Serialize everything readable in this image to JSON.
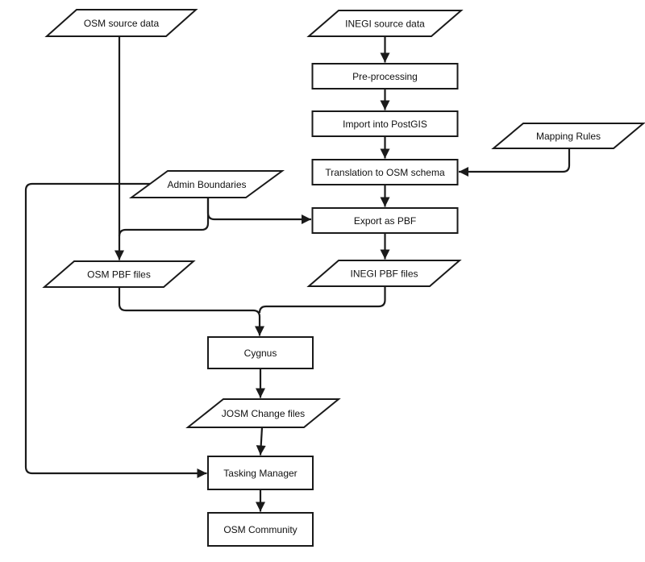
{
  "diagram": {
    "background_color": "#ffffff",
    "line_color": "#1a1a1a",
    "node_fill_color": "#ffffff",
    "nodes": [
      {
        "id": "osm-source-data",
        "shape": "parallelogram",
        "label": "OSM source data"
      },
      {
        "id": "inegi-source-data",
        "shape": "parallelogram",
        "label": "INEGI source data"
      },
      {
        "id": "pre-processing",
        "shape": "rectangle",
        "label": "Pre-processing"
      },
      {
        "id": "import-into-postgis",
        "shape": "rectangle",
        "label": "Import into PostGIS"
      },
      {
        "id": "mapping-rules",
        "shape": "parallelogram",
        "label": "Mapping Rules"
      },
      {
        "id": "translation-to-osm-schema",
        "shape": "rectangle",
        "label": "Translation to OSM schema"
      },
      {
        "id": "admin-boundaries",
        "shape": "parallelogram",
        "label": "Admin Boundaries"
      },
      {
        "id": "export-as-pbf",
        "shape": "rectangle",
        "label": "Export as PBF"
      },
      {
        "id": "osm-pbf-files",
        "shape": "parallelogram",
        "label": "OSM PBF files"
      },
      {
        "id": "inegi-pbf-files",
        "shape": "parallelogram",
        "label": "INEGI PBF files"
      },
      {
        "id": "cygnus",
        "shape": "rectangle",
        "label": "Cygnus"
      },
      {
        "id": "josm-change-files",
        "shape": "parallelogram",
        "label": "JOSM Change files"
      },
      {
        "id": "tasking-manager",
        "shape": "rectangle",
        "label": "Tasking Manager"
      },
      {
        "id": "osm-community",
        "shape": "rectangle",
        "label": "OSM Community"
      }
    ],
    "edges": [
      {
        "from": "inegi-source-data",
        "to": "pre-processing"
      },
      {
        "from": "pre-processing",
        "to": "import-into-postgis"
      },
      {
        "from": "import-into-postgis",
        "to": "translation-to-osm-schema"
      },
      {
        "from": "mapping-rules",
        "to": "translation-to-osm-schema"
      },
      {
        "from": "translation-to-osm-schema",
        "to": "export-as-pbf"
      },
      {
        "from": "admin-boundaries",
        "to": "export-as-pbf"
      },
      {
        "from": "export-as-pbf",
        "to": "inegi-pbf-files"
      },
      {
        "from": "osm-source-data",
        "to": "osm-pbf-files"
      },
      {
        "from": "admin-boundaries",
        "to": "osm-pbf-files"
      },
      {
        "from": "osm-pbf-files",
        "to": "cygnus"
      },
      {
        "from": "inegi-pbf-files",
        "to": "cygnus"
      },
      {
        "from": "cygnus",
        "to": "josm-change-files"
      },
      {
        "from": "josm-change-files",
        "to": "tasking-manager"
      },
      {
        "from": "admin-boundaries",
        "to": "tasking-manager"
      },
      {
        "from": "tasking-manager",
        "to": "osm-community"
      }
    ]
  }
}
